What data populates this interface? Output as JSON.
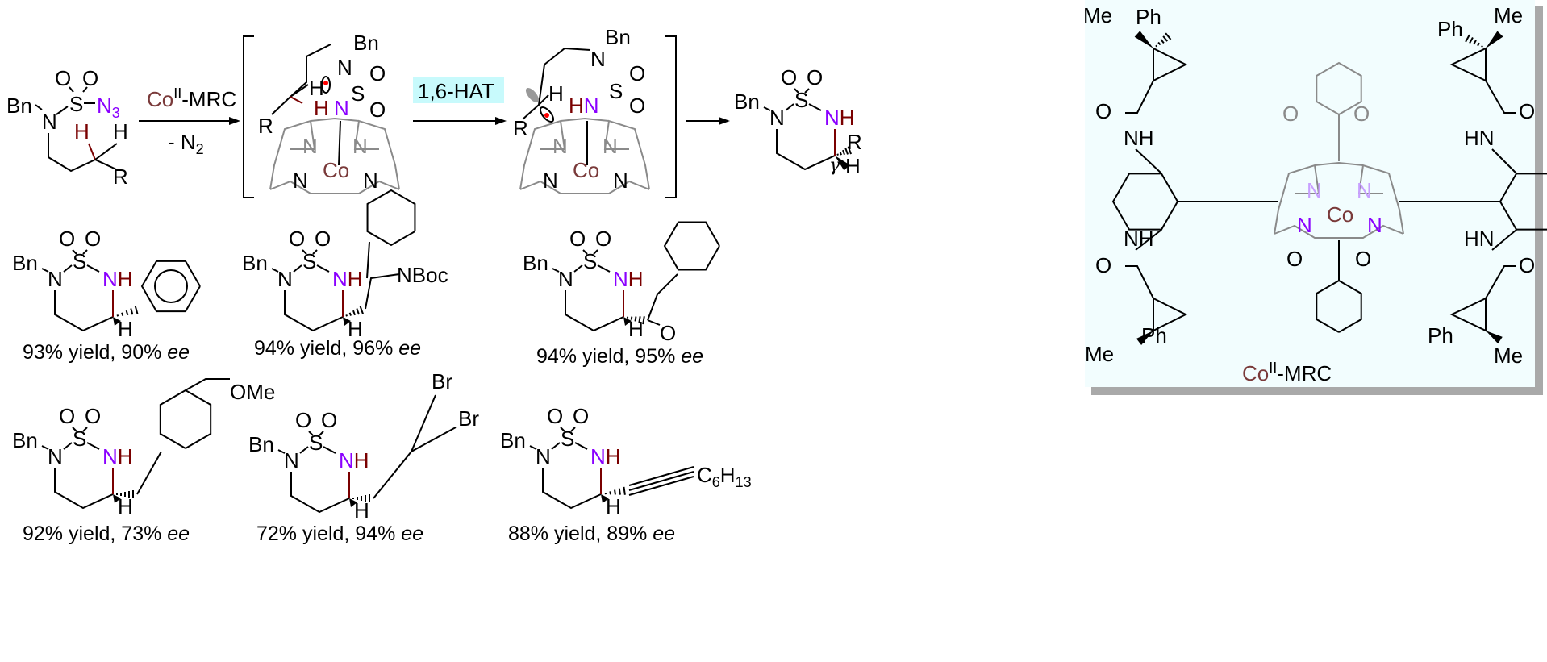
{
  "core": {
    "bn": "Bn",
    "n": "N",
    "s": "S",
    "o": "O",
    "nh_n": "N",
    "nh_h": "H",
    "h": "H",
    "r": "R",
    "gamma": "γ"
  },
  "substrate": {
    "n3": "N",
    "n3_sub": "3"
  },
  "step1": {
    "catalyst_co": "Co",
    "catalyst_ox": "II",
    "catalyst_rest": "-MRC",
    "byproduct": "- N",
    "byproduct_sub": "2"
  },
  "step2": {
    "label": "1,6-HAT",
    "label_bg": "#c8fafc"
  },
  "porphyrin": {
    "n": "N",
    "co": "Co"
  },
  "catalyst_box": {
    "caption_co": "Co",
    "caption_ox": "II",
    "caption_rest": "-MRC",
    "bg": "#f2fdfe",
    "me": "Me",
    "ph": "Ph",
    "nh": "NH",
    "hn": "HN",
    "o": "O"
  },
  "products": [
    {
      "yield": "93% yield, 90% ",
      "ee": "ee"
    },
    {
      "yield": "94% yield, 96% ",
      "ee": "ee",
      "sub": "NBoc"
    },
    {
      "yield": "94% yield, 95% ",
      "ee": "ee",
      "sub": "O"
    },
    {
      "yield": "92% yield, 73% ",
      "ee": "ee",
      "sub": "OMe"
    },
    {
      "yield": "72% yield, 94% ",
      "ee": "ee",
      "sub": "Br"
    },
    {
      "yield": "88% yield, 89% ",
      "ee": "ee",
      "sub": "C",
      "sub_n1": "6",
      "sub_h": "H",
      "sub_n2": "13"
    }
  ]
}
